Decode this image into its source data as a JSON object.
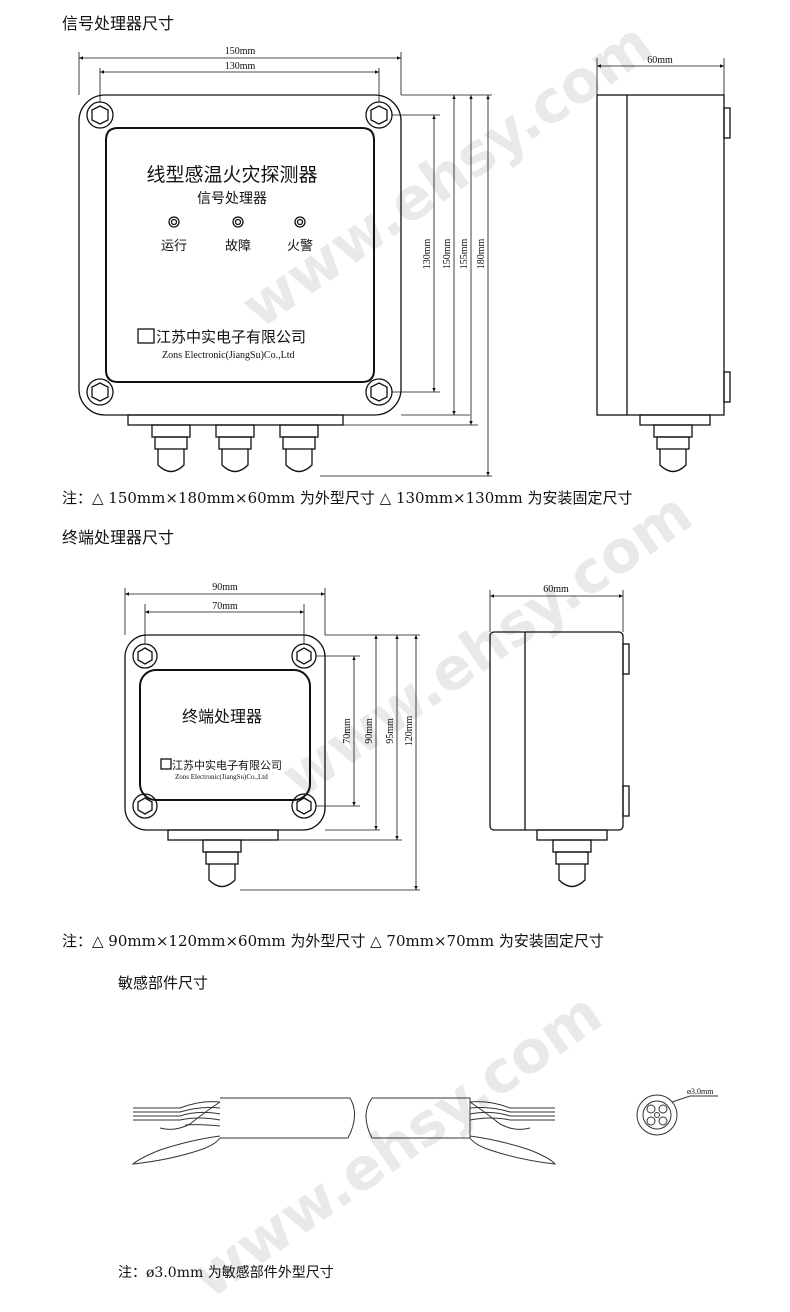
{
  "section1": {
    "title": "信号处理器尺寸",
    "dims": {
      "w_outer": "150mm",
      "w_mount": "130mm",
      "h_mount": "130mm",
      "h_150": "150mm",
      "h_155": "155mm",
      "h_180": "180mm",
      "depth": "60mm"
    },
    "panel": {
      "title": "线型感温火灾探测器",
      "subtitle": "信号处理器",
      "leds": [
        "运行",
        "故障",
        "火警"
      ],
      "company_cn": "江苏中实电子有限公司",
      "company_en": "Zons Electronic(JiangSu)Co.,Ltd"
    },
    "note": "注：△  150mm×180mm×60mm 为外型尺寸      △  130mm×130mm 为安装固定尺寸"
  },
  "section2": {
    "title": "终端处理器尺寸",
    "dims": {
      "w_outer": "90mm",
      "w_mount": "70mm",
      "h_mount": "70mm",
      "h_90": "90mm",
      "h_95": "95mm",
      "h_120": "120mm",
      "depth": "60mm"
    },
    "panel": {
      "title": "终端处理器",
      "company_cn": "江苏中实电子有限公司",
      "company_en": "Zons Electronic(JiangSu)Co.,Ltd"
    },
    "note": "注：△  90mm×120mm×60mm 为外型尺寸    △  70mm×70mm 为安装固定尺寸"
  },
  "section3": {
    "title": "敏感部件尺寸",
    "diameter": "ø3.0mm",
    "note": "注：ø3.0mm 为敏感部件外型尺寸"
  },
  "watermark": "www.ehsy.com"
}
